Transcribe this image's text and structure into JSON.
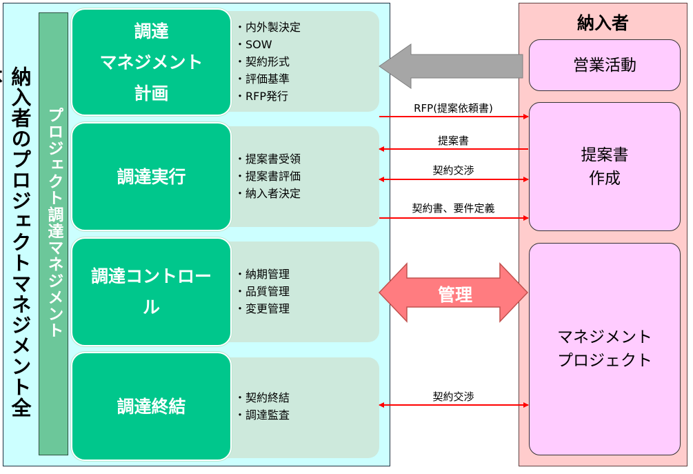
{
  "diagram": {
    "outer_label": "納入者のプロジェクトマネジメント全体",
    "band_label": "プロジェクト調達マネジメント",
    "phases": [
      {
        "label_lines": [
          "調達",
          "マネジメント",
          "計画"
        ],
        "items": [
          "・内外製決定",
          "・SOW",
          "・契約形式",
          "・評価基準",
          "・RFP発行"
        ]
      },
      {
        "label_lines": [
          "調達実行"
        ],
        "items": [
          "・提案書受領",
          "・提案書評価",
          "・納入者決定"
        ]
      },
      {
        "label_lines": [
          "調達コントロー",
          "ル"
        ],
        "items": [
          "・納期管理",
          "・品質管理",
          "・変更管理"
        ]
      },
      {
        "label_lines": [
          "調達終結"
        ],
        "items": [
          "・契約終結",
          "・調達監査"
        ]
      }
    ],
    "supplier": {
      "title": "納入者",
      "sales": "営業活動",
      "proposal_lines": [
        "提案書",
        "作成"
      ],
      "project_lines": [
        "マネジメント",
        "プロジェクト"
      ]
    },
    "arrows": {
      "rfp": "RFP(提案依頼書)",
      "proposal": "提案書",
      "negotiation1": "契約交渉",
      "contract": "契約書、要件定義",
      "management": "管理",
      "negotiation2": "契約交渉"
    },
    "colors": {
      "left_bg": "#ccffff",
      "band": "#6cc79a",
      "phase": "#00c78c",
      "phase_detail": "#cde9dc",
      "right_bg": "#ffcccc",
      "supplier_box": "#ffccff",
      "arrow_red": "#ff0000",
      "manage_arrow": "#ff7c80",
      "gray_arrow": "#a6a6a6"
    }
  }
}
